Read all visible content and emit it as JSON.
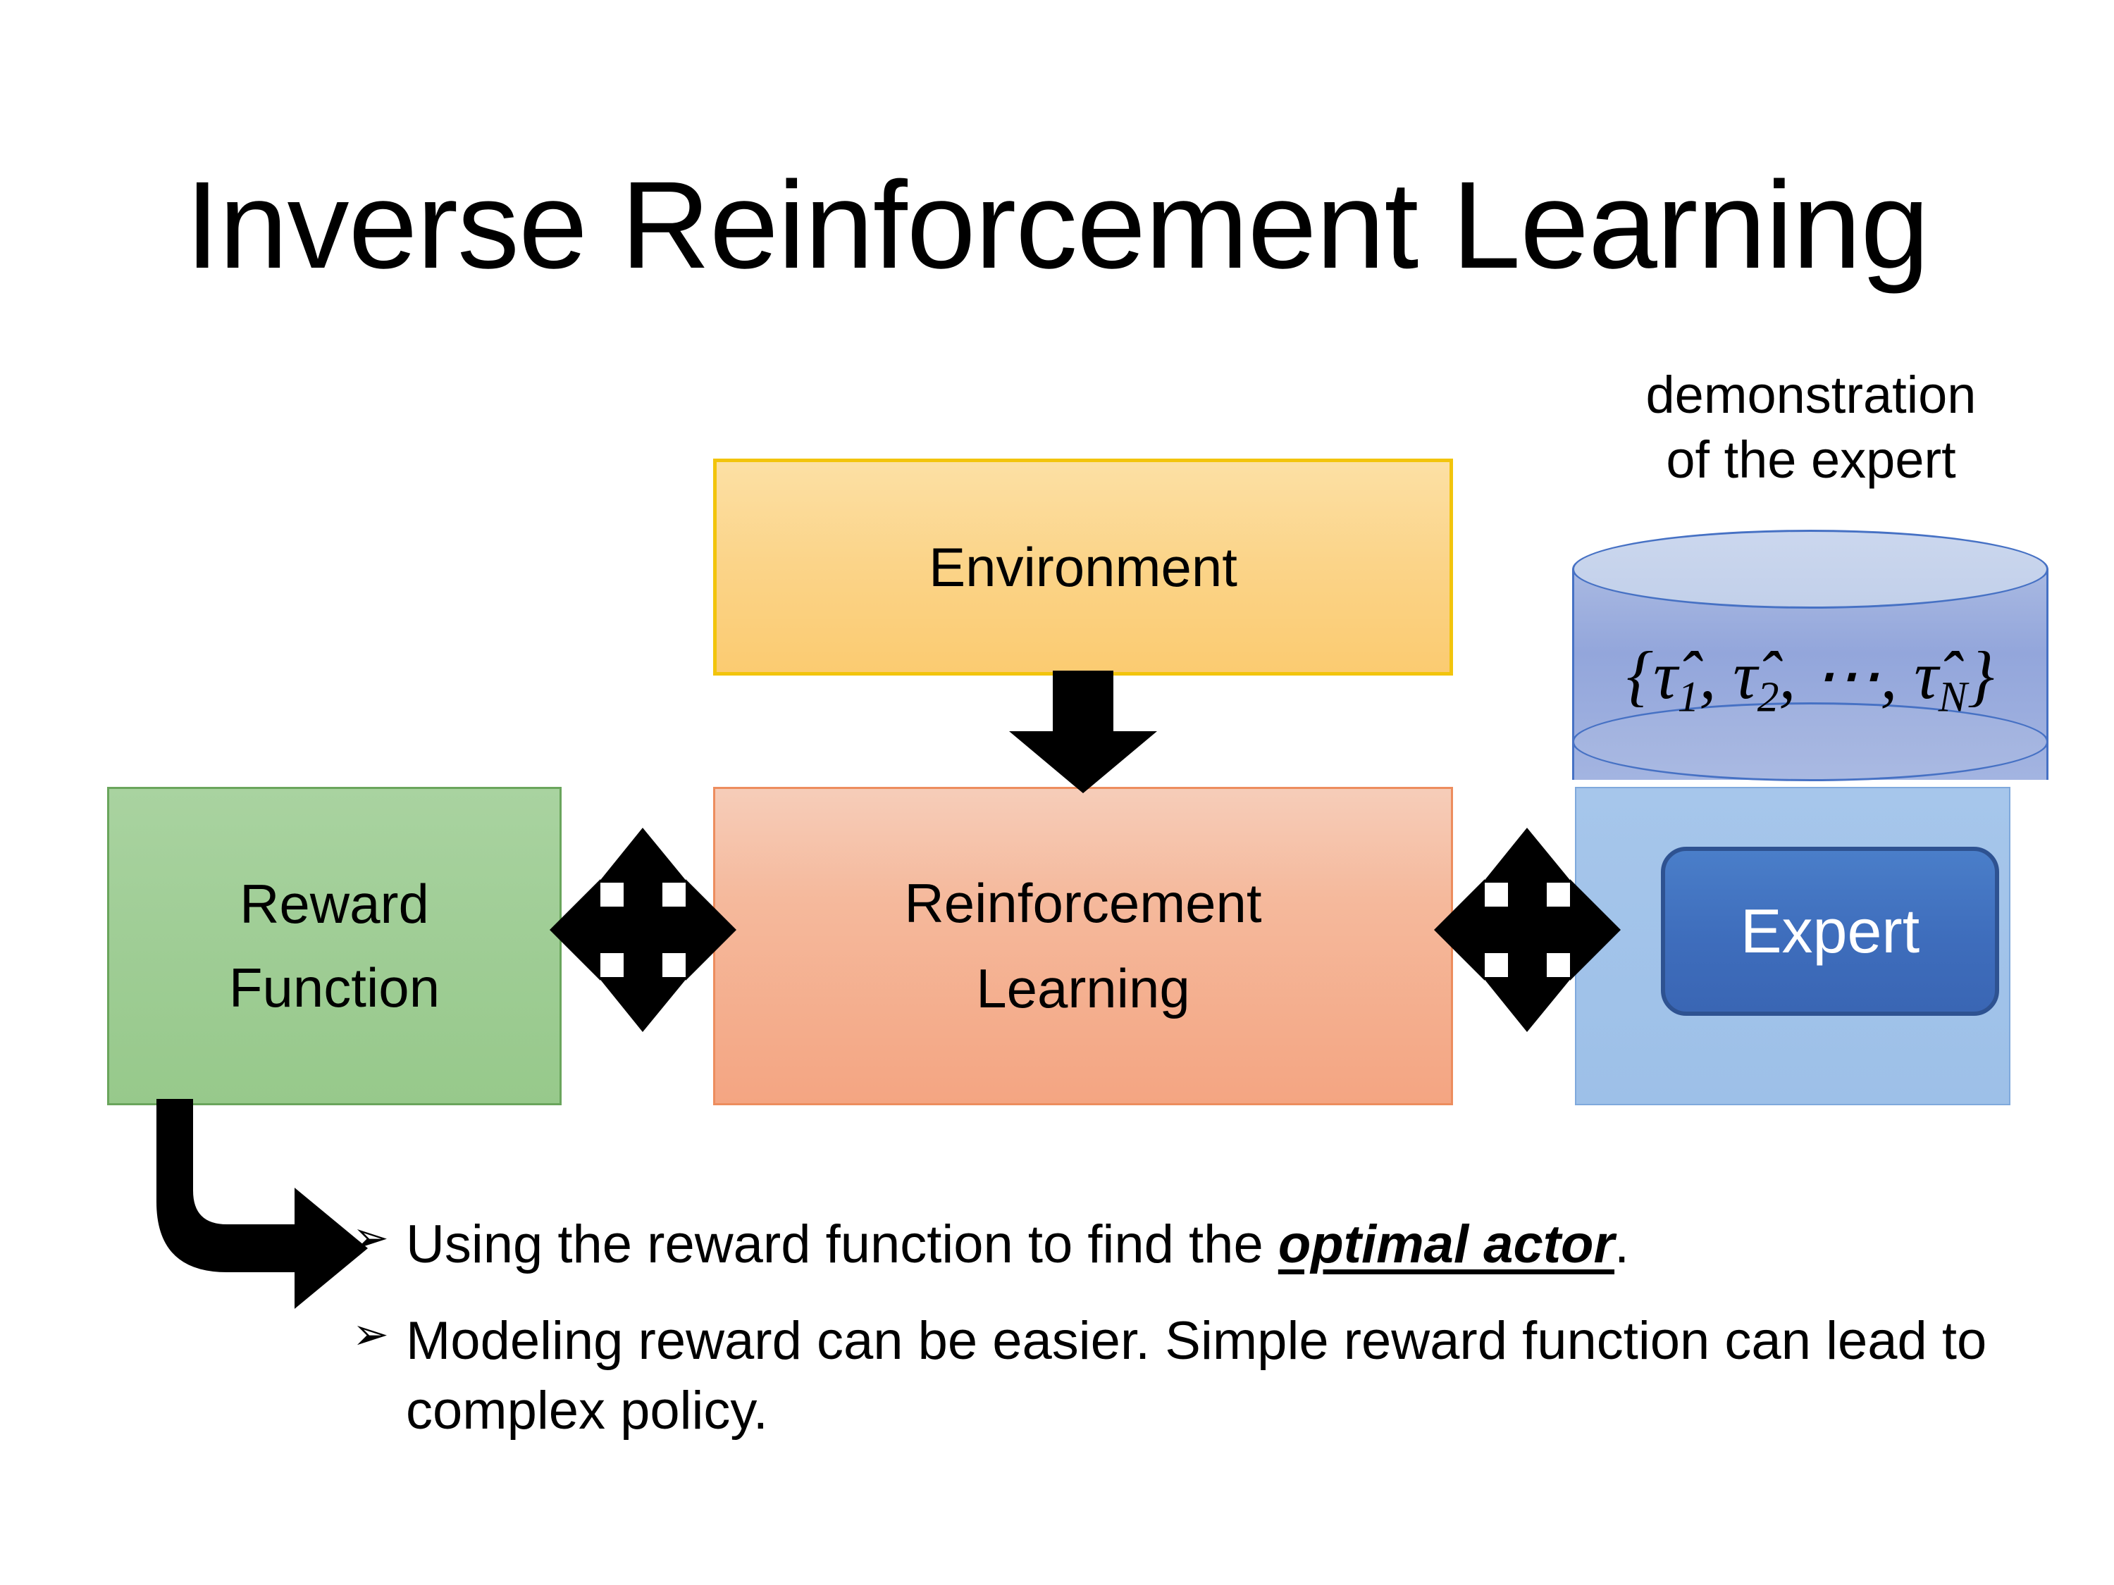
{
  "slide": {
    "title": "Inverse Reinforcement Learning",
    "background_color": "#FFFFFF"
  },
  "diagram": {
    "boxes": [
      {
        "id": "environment",
        "label": "Environment",
        "fill_color": "#FBD489",
        "border_color": "#F2C40C",
        "text_color": "#000000"
      },
      {
        "id": "reinforcement-learning",
        "label": "Reinforcement\nLearning",
        "fill_color": "#F4A582",
        "border_color": "#ED8D5E",
        "text_color": "#000000"
      },
      {
        "id": "reward-function",
        "label": "Reward\nFunction",
        "fill_color": "#9FCD95",
        "border_color": "#6AA55C",
        "text_color": "#000000"
      }
    ],
    "expert_cluster": {
      "caption": "demonstration\nof the expert",
      "cylinder_formula": {
        "open_brace": "{",
        "terms": [
          "τ̂1",
          "τ̂2",
          "⋯",
          "τ̂N"
        ],
        "plain_text": "{τ̂₁, τ̂₂, ⋯, τ̂_N}",
        "items": [
          {
            "symbol": "τ̂",
            "sub": "1",
            "sep": ", "
          },
          {
            "symbol": "τ̂",
            "sub": "2",
            "sep": ", "
          },
          {
            "symbol": "⋯",
            "sub": "",
            "sep": ", "
          },
          {
            "symbol": "τ̂",
            "sub": "N",
            "sep": ""
          }
        ],
        "close_brace": "}"
      },
      "cylinder_fill_color": "#93A6DB",
      "cylinder_top_color": "#C6D3EC",
      "cylinder_border_color": "#4671C4",
      "panel_fill_color": "#9DC0E8",
      "panel_border_color": "#7FA9DC",
      "chip_label": "Expert",
      "chip_fill_color": "#3E6DBC",
      "chip_border_color": "#2E5291",
      "chip_text_color": "#FFFFFF"
    },
    "connectors": [
      {
        "id": "environment-to-rl",
        "kind": "down-block-arrow",
        "color": "#000000"
      },
      {
        "id": "reward-to-rl",
        "kind": "four-way-arrow",
        "color": "#000000"
      },
      {
        "id": "rl-to-expert",
        "kind": "four-way-arrow",
        "color": "#000000"
      },
      {
        "id": "reward-to-bullets",
        "kind": "elbow-arrow",
        "color": "#000000"
      }
    ]
  },
  "bullets": {
    "marker": "➢",
    "items": [
      {
        "prefix": "Using the reward function to find the ",
        "emphasis": "optimal actor",
        "suffix": "."
      },
      {
        "prefix": "Modeling reward can be easier. Simple reward function can lead to complex policy.",
        "emphasis": "",
        "suffix": ""
      }
    ]
  }
}
